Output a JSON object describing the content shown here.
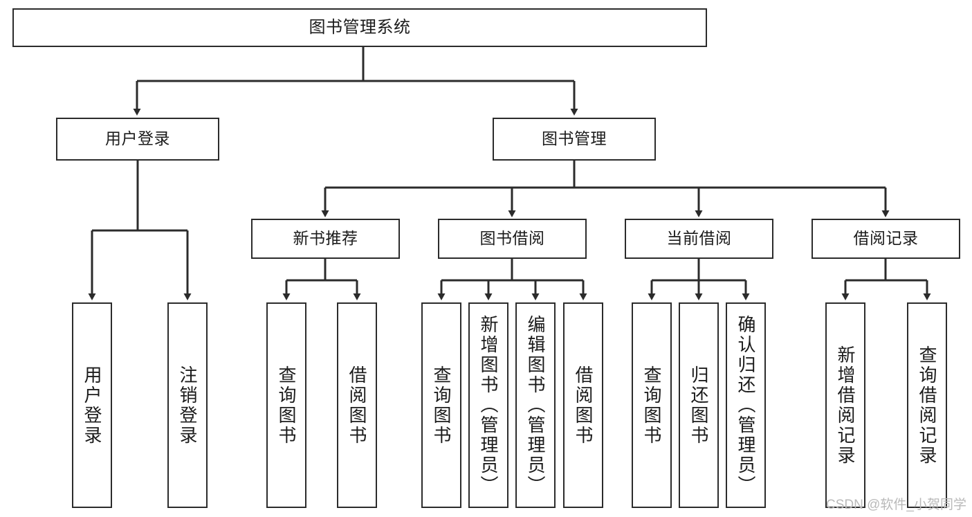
{
  "diagram": {
    "title": "图书管理系统",
    "type": "tree-hierarchy-chart",
    "colors": {
      "box_border": "#2b2b2b",
      "box_fill": "#ffffff",
      "connector": "#2b2b2b",
      "text": "#1b1b1b",
      "watermark": "#b9b9b9",
      "background": "#ffffff"
    },
    "nodes": {
      "root": {
        "label": "图书管理系统"
      },
      "level2": [
        {
          "label": "用户登录"
        },
        {
          "label": "图书管理"
        }
      ],
      "level3": [
        {
          "label": "新书推荐"
        },
        {
          "label": "图书借阅"
        },
        {
          "label": "当前借阅"
        },
        {
          "label": "借阅记录"
        }
      ],
      "leaves": {
        "user_login": [
          {
            "label": "用户登录"
          },
          {
            "label": "注销登录"
          }
        ],
        "new_book_recommend": [
          {
            "label": "查询图书"
          },
          {
            "label": "借阅图书"
          }
        ],
        "book_borrow": [
          {
            "label": "查询图书"
          },
          {
            "label": "新增图书（管理员）"
          },
          {
            "label": "编辑图书（管理员）"
          },
          {
            "label": "借阅图书"
          }
        ],
        "current_borrow": [
          {
            "label": "查询图书"
          },
          {
            "label": "归还图书"
          },
          {
            "label": "确认归还（管理员）"
          }
        ],
        "borrow_record": [
          {
            "label": "新增借阅记录"
          },
          {
            "label": "查询借阅记录"
          }
        ]
      }
    },
    "watermark": "CSDN @软件_小贺同学"
  }
}
